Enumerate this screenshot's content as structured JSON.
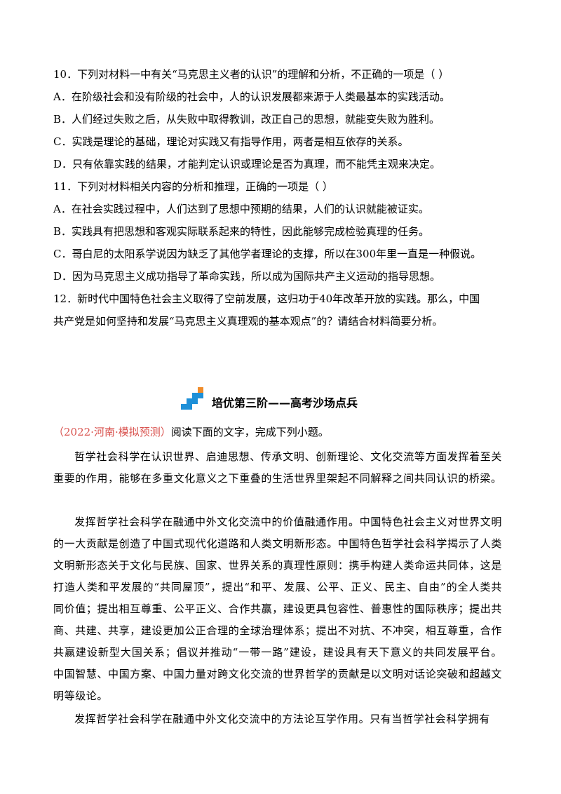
{
  "questions": [
    "10．下列对材料一中有关“马克思主义者的认识”的理解和分析，不正确的一项是（    ）",
    "A．在阶级社会和没有阶级的社会中，人的认识发展都来源于人类最基本的实践活动。",
    "B．人们经过失败之后，从失败中取得教训，改正自己的思想，就能变失败为胜利。",
    "C．实践是理论的基础，理论对实践又有指导作用，两者是相互依存的关系。",
    "D．只有依靠实践的结果，才能判定认识或理论是否为真理，而不能凭主观来决定。",
    "11．下列对材料相关内容的分析和推理，正确的一项是（    ）",
    "A．在社会实践过程中，人们达到了思想中预期的结果，人们的认识就能被证实。",
    "B．实践具有把思想和客观实际联系起来的特性，因此能够完成检验真理的任务。",
    "C．哥白尼的太阳系学说因为缺乏了其他学者理论的支撑，所以在300年里一直是一种假说。",
    "D．因为马克思主义成功指导了革命实践，所以成为国际共产主义运动的指导思想。",
    "12．新时代中国特色社会主义取得了空前发展，这归功于40年改革开放的实践。那么，中国",
    "共产党是如何坚持和发展“马克思主义真理观的基本观点”的？请结合材料简要分析。"
  ],
  "section": {
    "title": "培优第三阶——高考沙场点兵",
    "icon": "stair-blocks-icon"
  },
  "source": {
    "tag": "（2022·河南·模拟预测）",
    "instruction": "阅读下面的文字，完成下列小题。"
  },
  "paragraphs": [
    "哲学社会科学在认识世界、启迪思想、传承文明、创新理论、文化交流等方面发挥着至关重要的作用，能够在多重文化意义之下重叠的生活世界里架起不同解释之间共同认识的桥梁。",
    "发挥哲学社会科学在融通中外文化交流中的价值融通作用。中国特色社会主义对世界文明的一大贡献是创造了中国式现代化道路和人类文明新形态。中国特色哲学社会科学揭示了人类文明新形态关于文化与民族、国家、世界关系的真理性原则：携手构建人类命运共同体，这是打造人类和平发展的“共同屋顶”，提出“和平、发展、公平、正义、民主、自由”的全人类共同价值；提出相互尊重、公平正义、合作共赢，建设更具包容性、普惠性的国际秩序；提出共商、共建、共享，建设更加公正合理的全球治理体系；提出不对抗、不冲突，相互尊重，合作共赢建设新型大国关系；倡议并推动“一带一路”建设，建设具有天下意义的共同发展平台。中国智慧、中国方案、中国力量对跨文化交流的世界哲学的贡献是以文明对话论突破和超越文明等级论。",
    "发挥哲学社会科学在融通中外文化交流中的方法论互学作用。只有当哲学社会科学拥有"
  ],
  "colors": {
    "source_tag": "#d9534f",
    "icon_blue": "#1e90d8",
    "icon_orange": "#f08c2a"
  }
}
